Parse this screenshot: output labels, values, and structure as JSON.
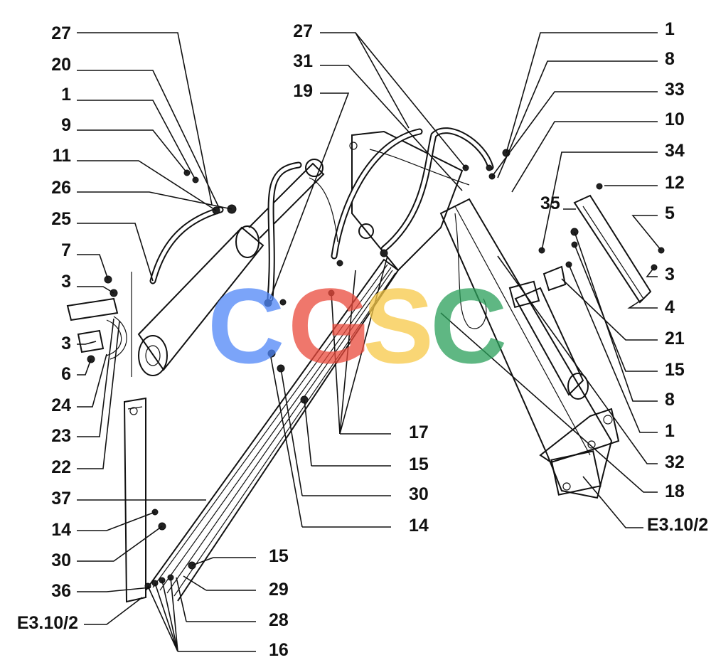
{
  "watermark": {
    "letters": [
      "C",
      "G",
      "S",
      "C"
    ],
    "colors": [
      "#4f86f7",
      "#ea4a3c",
      "#f7c948",
      "#2aa05a"
    ]
  },
  "labels_left": [
    "27",
    "20",
    "1",
    "9",
    "11",
    "26",
    "25",
    "7",
    "3",
    "3",
    "6",
    "24",
    "23",
    "22",
    "37",
    "14",
    "30",
    "36",
    "E3.10/2"
  ],
  "labels_center_top": [
    "27",
    "31",
    "19"
  ],
  "labels_center_bottom": [
    "17",
    "15",
    "30",
    "14",
    "15",
    "29",
    "28",
    "16"
  ],
  "labels_right": [
    "1",
    "8",
    "33",
    "10",
    "34",
    "12",
    "35",
    "5",
    "3",
    "4",
    "21",
    "15",
    "8",
    "1",
    "32",
    "18",
    "E3.10/2"
  ]
}
